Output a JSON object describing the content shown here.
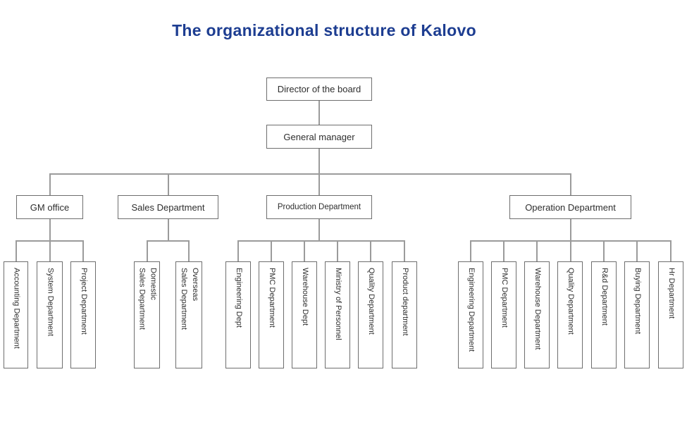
{
  "title": "The organizational structure of Kalovo",
  "colors": {
    "title_blue": "#1d3d91",
    "connector_gray": "#9b9b9b",
    "box_border_gray": "#6e6e6e",
    "text_dark": "#2e2e2e"
  },
  "chart": {
    "root": "Director of the board",
    "level2": "General manager",
    "departments": [
      {
        "label": "GM office",
        "children": [
          "Accounting Department",
          "System Department",
          "Project Department"
        ]
      },
      {
        "label": "Sales Department",
        "children": [
          "Domestic\nSales Department",
          "Overseas\nSales Department"
        ]
      },
      {
        "label": "Production Department",
        "children": [
          "Engineering Dept",
          "PMC Department",
          "Warehouse Dept",
          "Ministry of Personnel",
          "Quality Department",
          "Product department"
        ]
      },
      {
        "label": "Operation Department",
        "children": [
          "Engineering Department",
          "PMC Department",
          "Warehouse Department",
          "Quality Department",
          "R&d Department",
          "Buying Department",
          "Hr Department"
        ]
      }
    ]
  }
}
